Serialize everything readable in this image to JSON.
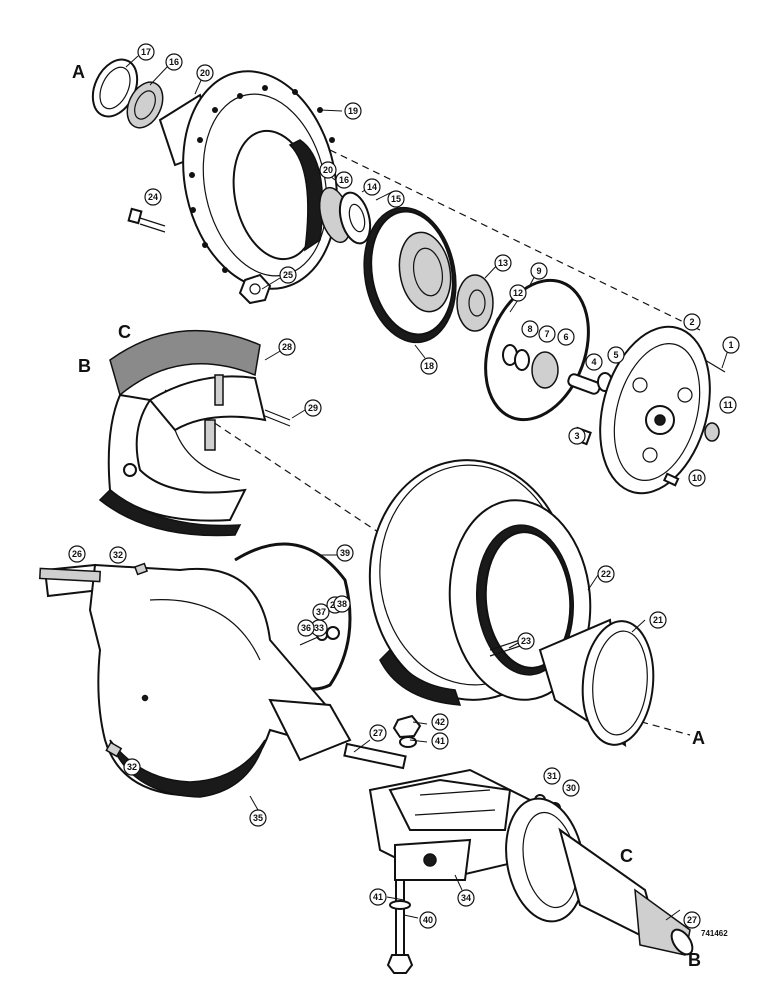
{
  "diagram": {
    "reference_number": "741462",
    "match_letters": {
      "a_top": "A",
      "a_bottom": "A",
      "b_top": "B",
      "b_bottom": "B",
      "c_top": "C",
      "c_bottom": "C"
    },
    "callouts": [
      {
        "id": "c1",
        "label": "1"
      },
      {
        "id": "c2",
        "label": "2"
      },
      {
        "id": "c3",
        "label": "3"
      },
      {
        "id": "c4",
        "label": "4"
      },
      {
        "id": "c5",
        "label": "5"
      },
      {
        "id": "c6",
        "label": "6"
      },
      {
        "id": "c7",
        "label": "7"
      },
      {
        "id": "c8",
        "label": "8"
      },
      {
        "id": "c9",
        "label": "9"
      },
      {
        "id": "c10",
        "label": "10"
      },
      {
        "id": "c11",
        "label": "11"
      },
      {
        "id": "c12",
        "label": "12"
      },
      {
        "id": "c13",
        "label": "13"
      },
      {
        "id": "c14",
        "label": "14"
      },
      {
        "id": "c15",
        "label": "15"
      },
      {
        "id": "c16a",
        "label": "16"
      },
      {
        "id": "c16b",
        "label": "16"
      },
      {
        "id": "c17",
        "label": "17"
      },
      {
        "id": "c18",
        "label": "18"
      },
      {
        "id": "c19",
        "label": "19"
      },
      {
        "id": "c20a",
        "label": "20"
      },
      {
        "id": "c20b",
        "label": "20"
      },
      {
        "id": "c21",
        "label": "21"
      },
      {
        "id": "c22",
        "label": "22"
      },
      {
        "id": "c23",
        "label": "23"
      },
      {
        "id": "c24",
        "label": "24"
      },
      {
        "id": "c25",
        "label": "25"
      },
      {
        "id": "c26",
        "label": "26"
      },
      {
        "id": "c27a",
        "label": "27"
      },
      {
        "id": "c27b",
        "label": "27"
      },
      {
        "id": "c27c",
        "label": "27"
      },
      {
        "id": "c28",
        "label": "28"
      },
      {
        "id": "c29",
        "label": "29"
      },
      {
        "id": "c30",
        "label": "30"
      },
      {
        "id": "c31",
        "label": "31"
      },
      {
        "id": "c32a",
        "label": "32"
      },
      {
        "id": "c32b",
        "label": "32"
      },
      {
        "id": "c33",
        "label": "33"
      },
      {
        "id": "c34",
        "label": "34"
      },
      {
        "id": "c35",
        "label": "35"
      },
      {
        "id": "c36",
        "label": "36"
      },
      {
        "id": "c37",
        "label": "37"
      },
      {
        "id": "c38",
        "label": "38"
      },
      {
        "id": "c39",
        "label": "39"
      },
      {
        "id": "c40",
        "label": "40"
      },
      {
        "id": "c41a",
        "label": "41"
      },
      {
        "id": "c41b",
        "label": "41"
      },
      {
        "id": "c42",
        "label": "42"
      }
    ]
  }
}
